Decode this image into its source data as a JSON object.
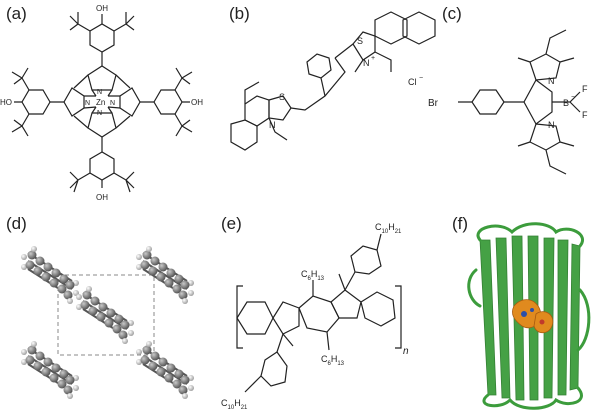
{
  "panels": [
    {
      "label": "(a)",
      "atoms": {
        "oh_top": "OH",
        "oh_bottom": "OH",
        "oh_left": "HO",
        "oh_right": "OH",
        "metal": "Zn",
        "n": "N"
      }
    },
    {
      "label": "(b)",
      "atoms": {
        "s": "S",
        "n": "N",
        "plus": "+",
        "counter_ion": "Cl",
        "minus": "−"
      }
    },
    {
      "label": "(c)",
      "atoms": {
        "br": "Br",
        "n": "N",
        "boron": "B",
        "minus": "−",
        "f": "F"
      }
    },
    {
      "label": "(d)"
    },
    {
      "label": "(e)",
      "atoms": {
        "c10": "C",
        "c10_sub": "10",
        "h21": "H",
        "h21_sub": "21",
        "c6": "C",
        "c6_sub": "6",
        "h13": "H",
        "h13_sub": "13",
        "n": "n"
      }
    },
    {
      "label": "(f)"
    }
  ],
  "colors": {
    "line": "#222222",
    "carbon_sphere": "#6b6b6b",
    "hydrogen_sphere": "#d9d9d9",
    "protein_green": "#3c9c3c",
    "chromophore_orange": "#e08a1e"
  }
}
